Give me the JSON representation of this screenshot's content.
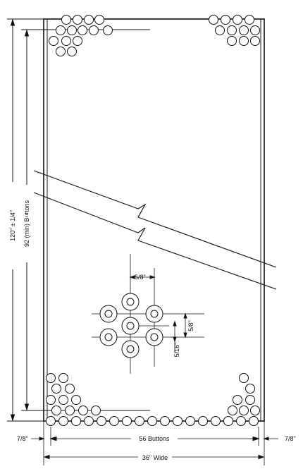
{
  "dimensions": {
    "height_total": "120\" ± 1/4\"",
    "height_buttons": "92 (min) Buttons",
    "button_spacing_horizontal": "5/8\"",
    "button_spacing_vertical": "5/8\"",
    "button_offset": "5/16\"",
    "bottom_buttons": "56 Buttons",
    "margin_left": "7/8\"",
    "margin_right": "7/8\"",
    "width_total": "36\" Wide"
  },
  "colors": {
    "ink": "#111111",
    "paper": "#ffffff"
  }
}
